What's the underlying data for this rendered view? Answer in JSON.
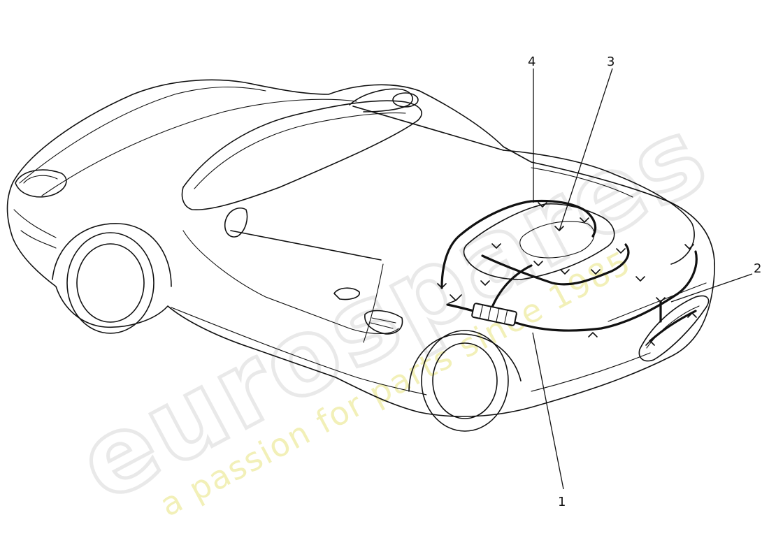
{
  "watermark": {
    "brand": "eurospares",
    "tagline": "a passion for parts since 1985",
    "brand_color": "#e9e9e9",
    "tagline_color": "#f2f0b8"
  },
  "callouts": [
    {
      "id": "1",
      "label": "1"
    },
    {
      "id": "2",
      "label": "2"
    },
    {
      "id": "3",
      "label": "3"
    },
    {
      "id": "4",
      "label": "4"
    }
  ]
}
